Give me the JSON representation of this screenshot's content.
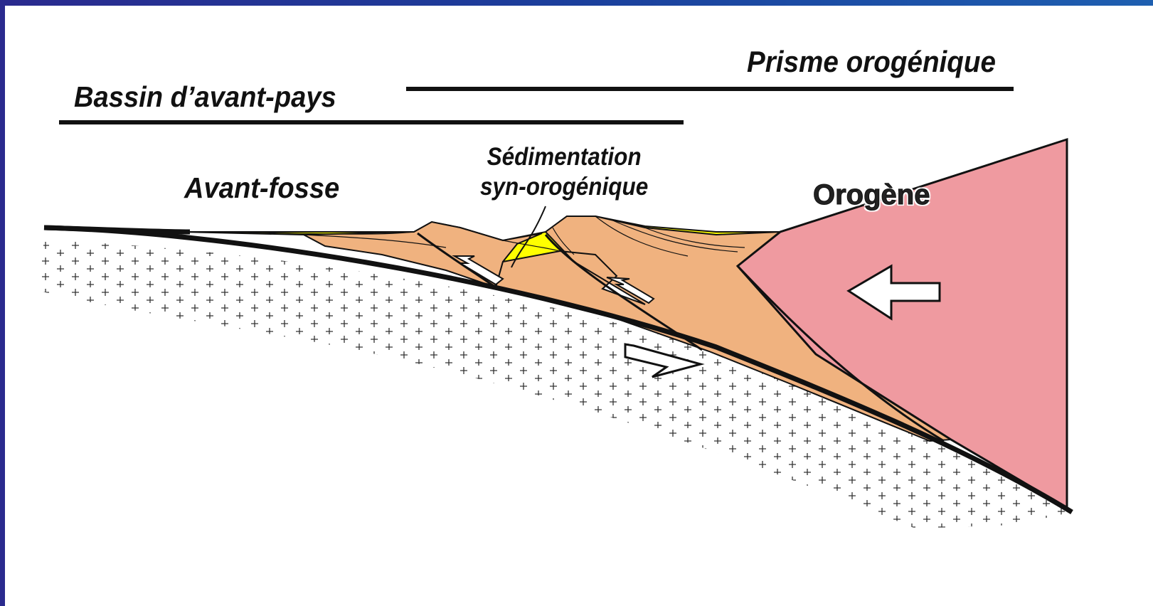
{
  "labels": {
    "prisme": "Prisme orogénique",
    "bassin": "Bassin d’avant-pays",
    "avant_fosse": "Avant-fosse",
    "sedimentation_line1": "Sédimentation",
    "sedimentation_line2": "syn-orogénique",
    "orogene": "Orogène"
  },
  "colors": {
    "frame": "#1e2d8a",
    "background": "#ffffff",
    "sediment_yellow": "#ffff00",
    "thrust_tan": "#f0b27f",
    "orogen_pink": "#ef9aa0",
    "crust_pattern": "#333333",
    "outline": "#111111"
  },
  "icons": [
    "left-arrow-icon",
    "shear-sense-arrow-icon",
    "thrust-arrow-icon"
  ]
}
